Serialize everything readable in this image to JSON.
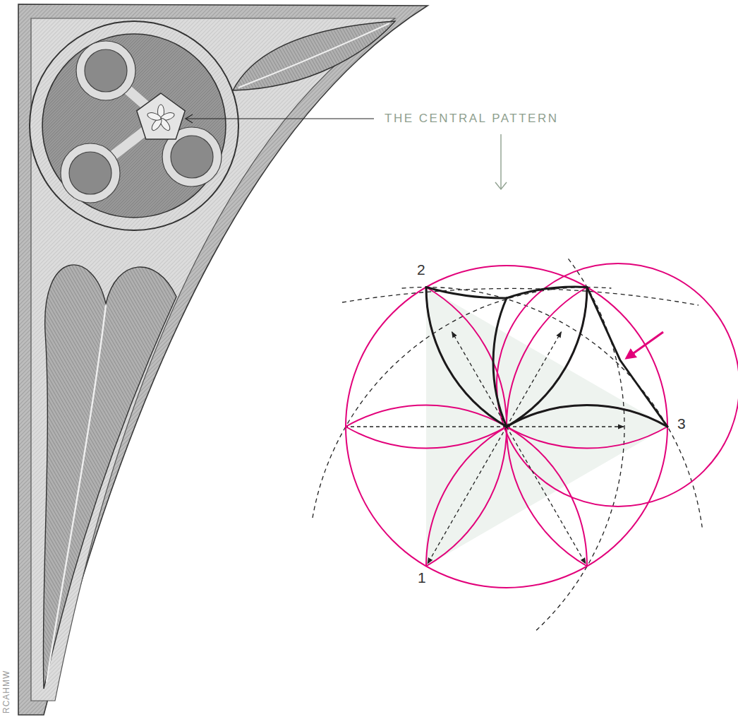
{
  "diagram": {
    "labels": [
      "THE CENTRAL PATTERN",
      "2",
      "3",
      "1",
      "RCAHMW"
    ]
  }
}
